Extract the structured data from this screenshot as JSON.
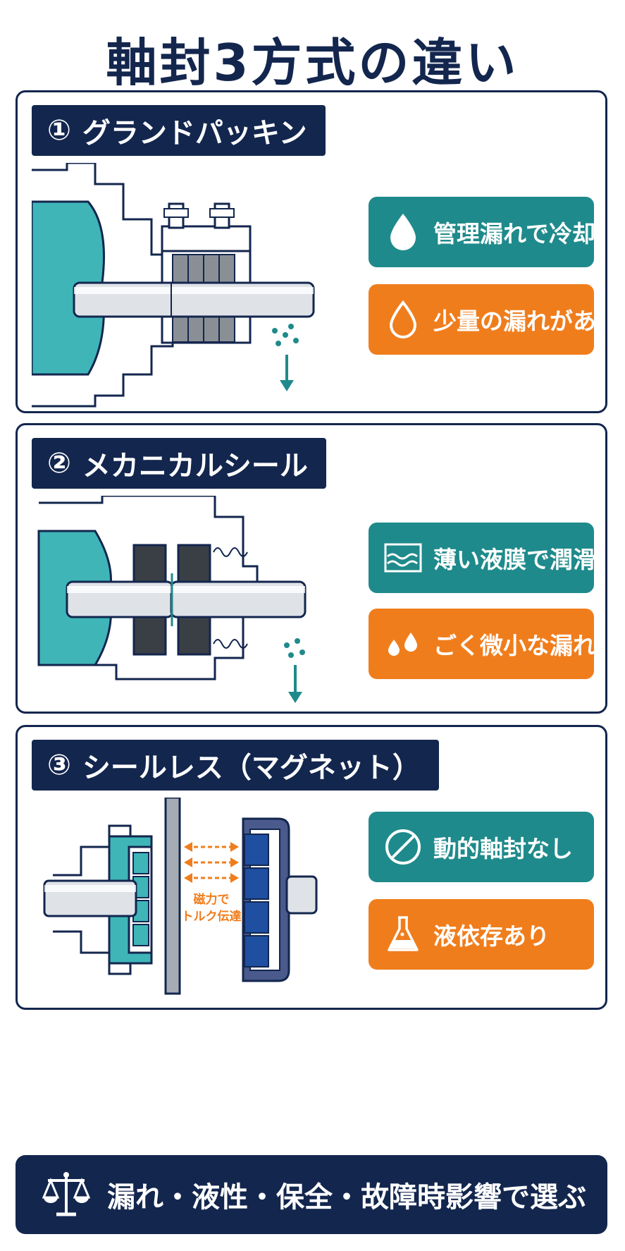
{
  "title": "軸封3方式の違い",
  "sections": [
    {
      "number": "①",
      "name": "グランドパッキン",
      "tags": [
        {
          "icon": "water-drop-icon",
          "label": "管理漏れで冷却",
          "color": "#1f8a8b"
        },
        {
          "icon": "water-drop-outline-icon",
          "label": "少量の漏れがある",
          "color": "#f07d1c"
        }
      ]
    },
    {
      "number": "②",
      "name": "メカニカルシール",
      "tags": [
        {
          "icon": "liquid-film-icon",
          "label": "薄い液膜で潤滑",
          "color": "#1f8a8b"
        },
        {
          "icon": "small-drops-icon",
          "label": "ごく微小な漏れがある",
          "color": "#f07d1c"
        }
      ]
    },
    {
      "number": "③",
      "name": "シールレス（マグネット）",
      "diagram_label": [
        "磁力で",
        "トルク伝達"
      ],
      "tags": [
        {
          "icon": "prohibited-icon",
          "label": "動的軸封なし",
          "color": "#1f8a8b"
        },
        {
          "icon": "flask-icon",
          "label": "液依存あり",
          "color": "#f07d1c"
        }
      ]
    }
  ],
  "footer": {
    "icon": "balance-scale-icon",
    "text": "漏れ・液性・保全・故障時影響で選ぶ"
  },
  "colors": {
    "navy": "#13264e",
    "teal": "#1f8a8b",
    "orange": "#f07d1c"
  }
}
